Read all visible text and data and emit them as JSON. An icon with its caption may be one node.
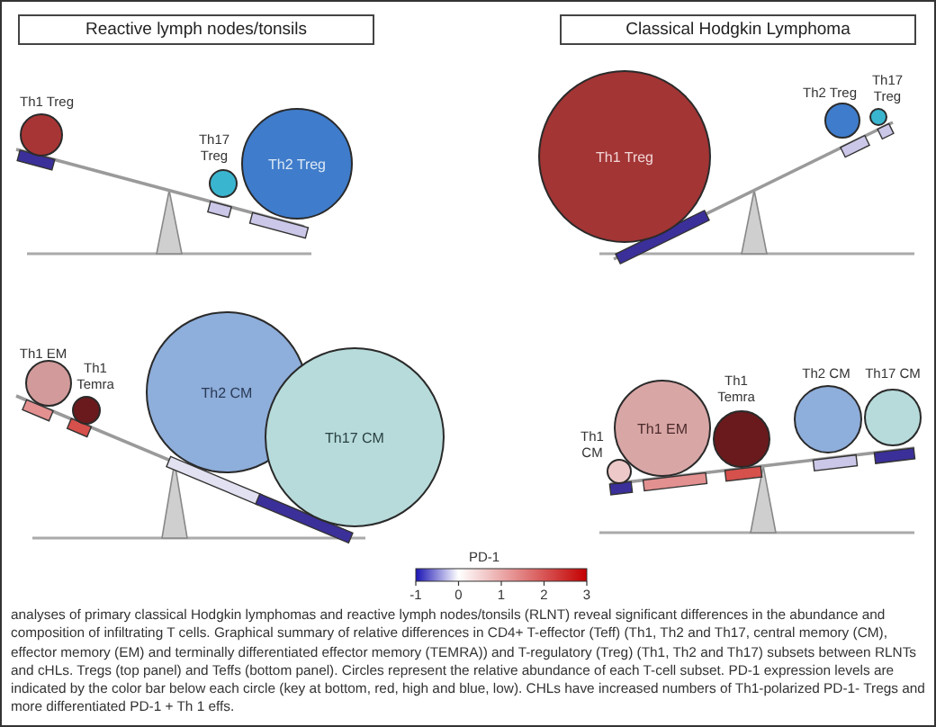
{
  "diagram": {
    "caption": "analyses of primary classical Hodgkin lymphomas and reactive lymph nodes/tonsils (RLNT) reveal significant differences in the abundance and composition of infiltrating T cells. Graphical summary of relative differences in CD4+ T-effector (Teff) (Th1, Th2 and Th17, central memory (CM), effector memory (EM) and terminally differentiated effector memory (TEMRA)) and T-regulatory (Treg) (Th1, Th2 and Th17) subsets between RLNTs and cHLs. Tregs (top panel) and Teffs (bottom panel). Circles represent the relative abundance of each T-cell subset. PD-1 expression levels are indicated by the color bar below each circle (key at bottom, red, high and blue, low). CHLs have increased numbers of Th1-polarized PD-1- Tregs and more differentiated PD-1 + Th 1 effs.",
    "nodes": [
      {
        "text": [
          "Reactive lymph nodes/tonsils"
        ]
      },
      {
        "text": [
          "Classical Hodgkin Lymphoma"
        ]
      },
      {
        "text": [
          "Th1 Treg"
        ]
      },
      {
        "text": [
          "Th17 Treg"
        ]
      },
      {
        "text": [
          "Th2 Treg"
        ]
      },
      {
        "text": [
          "Th1 Treg"
        ]
      },
      {
        "text": [
          "Th2 Treg"
        ]
      },
      {
        "text": [
          "Th17 Treg"
        ]
      },
      {
        "text": [
          "Th1 EM"
        ]
      },
      {
        "text": [
          "Th1 Temra"
        ]
      },
      {
        "text": [
          "Th2 CM"
        ]
      },
      {
        "text": [
          "Th17 CM"
        ]
      },
      {
        "text": [
          "Th1 CM"
        ]
      },
      {
        "text": [
          "Th1 EM"
        ]
      },
      {
        "text": [
          "Th1 Temra"
        ]
      },
      {
        "text": [
          "Th2 CM"
        ]
      },
      {
        "text": [
          "Th17 CM"
        ]
      }
    ],
    "labels": [
      "PD-1",
      "-1",
      "0",
      "1",
      "2",
      "3"
    ]
  }
}
